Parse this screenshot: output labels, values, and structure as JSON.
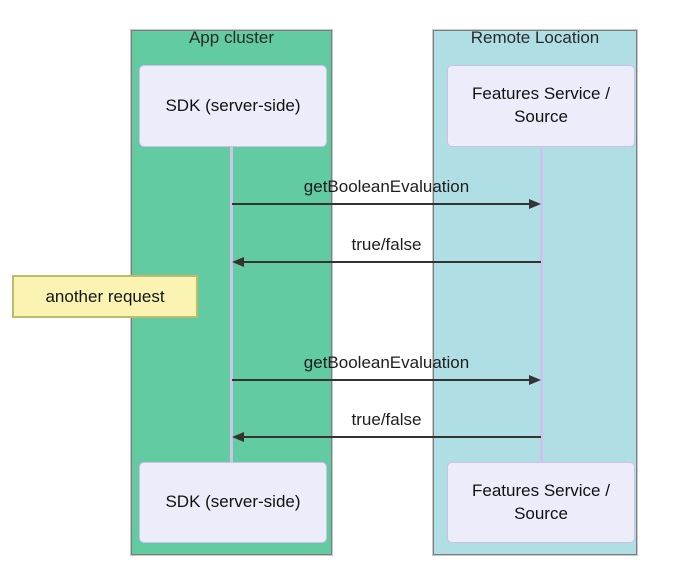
{
  "diagram": {
    "type": "sequence-diagram",
    "groups": [
      {
        "label": "App cluster",
        "fill": "#62cba2"
      },
      {
        "label": "Remote Location",
        "fill": "#afdee4"
      }
    ],
    "participants": [
      {
        "label": "SDK (server-side)",
        "group": "App cluster"
      },
      {
        "label": "Features Service / Source",
        "group": "Remote Location"
      }
    ],
    "messages": [
      {
        "from": "SDK (server-side)",
        "to": "Features Service / Source",
        "label": "getBooleanEvaluation",
        "direction": "right"
      },
      {
        "from": "Features Service / Source",
        "to": "SDK (server-side)",
        "label": "true/false",
        "direction": "left"
      },
      {
        "from": "SDK (server-side)",
        "to": "Features Service / Source",
        "label": "getBooleanEvaluation",
        "direction": "right"
      },
      {
        "from": "Features Service / Source",
        "to": "SDK (server-side)",
        "label": "true/false",
        "direction": "left"
      }
    ],
    "note": {
      "label": "another request",
      "position": "left of SDK (server-side)",
      "fill": "#faf3b1",
      "border": "#bdbb6c"
    },
    "colors": {
      "actor_fill": "#ececfa",
      "actor_border": "#d0bfe6",
      "lifeline": "#cbc3ea",
      "arrow": "#333333",
      "group_border": "#7c7c7c",
      "background": "#ffffff"
    }
  }
}
